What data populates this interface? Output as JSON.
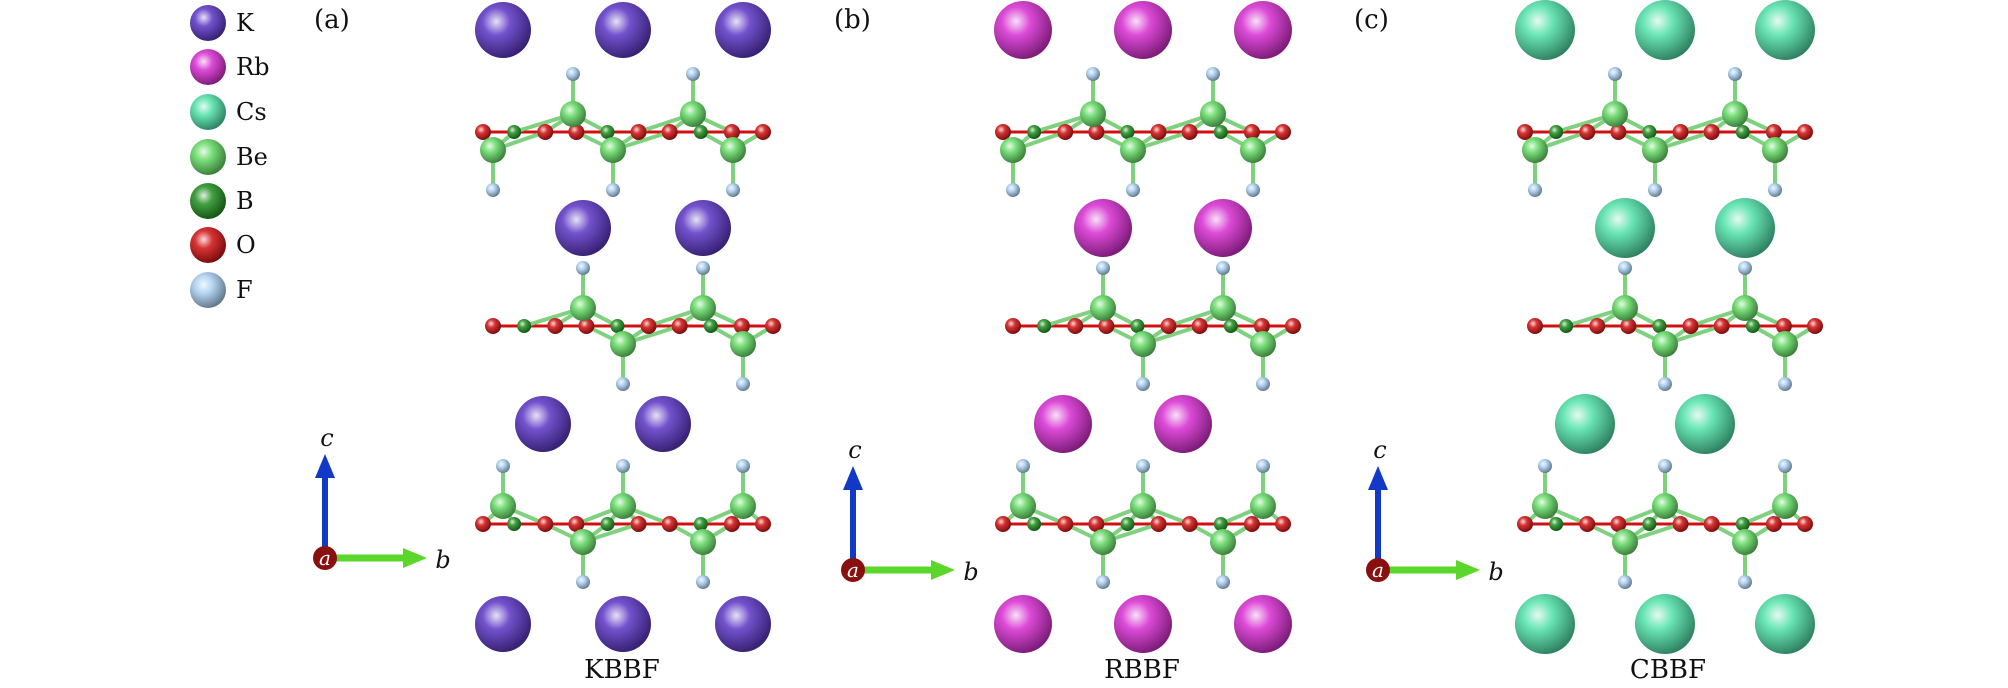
{
  "legend": {
    "items": [
      {
        "label": "K",
        "color": "#5a34c4",
        "icon": "potassium-atom-icon"
      },
      {
        "label": "Rb",
        "color": "#d62bd0",
        "icon": "rubidium-atom-icon"
      },
      {
        "label": "Cs",
        "color": "#4fe0a8",
        "icon": "cesium-atom-icon"
      },
      {
        "label": "Be",
        "color": "#62d862",
        "icon": "beryllium-atom-icon"
      },
      {
        "label": "B",
        "color": "#1f8f1f",
        "icon": "boron-atom-icon"
      },
      {
        "label": "O",
        "color": "#d01010",
        "icon": "oxygen-atom-icon"
      },
      {
        "label": "F",
        "color": "#a9cdf0",
        "icon": "fluorine-atom-icon"
      }
    ]
  },
  "panels": [
    {
      "tag": "(a)",
      "name": "KBBF",
      "cation_color": "#5a34c4"
    },
    {
      "tag": "(b)",
      "name": "RBBF",
      "cation_color": "#d62bd0"
    },
    {
      "tag": "(c)",
      "name": "CBBF",
      "cation_color": "#4fe0a8"
    }
  ],
  "axes": {
    "c": "c",
    "a": "a",
    "b": "b"
  },
  "colors": {
    "be": "#62d862",
    "b": "#1f8f1f",
    "o": "#d01010",
    "f": "#a9cdf0",
    "bond": "#7fd07f",
    "c_arrow": "#1238c8",
    "b_arrow": "#5bd62a",
    "a_dot": "#8a1010"
  }
}
